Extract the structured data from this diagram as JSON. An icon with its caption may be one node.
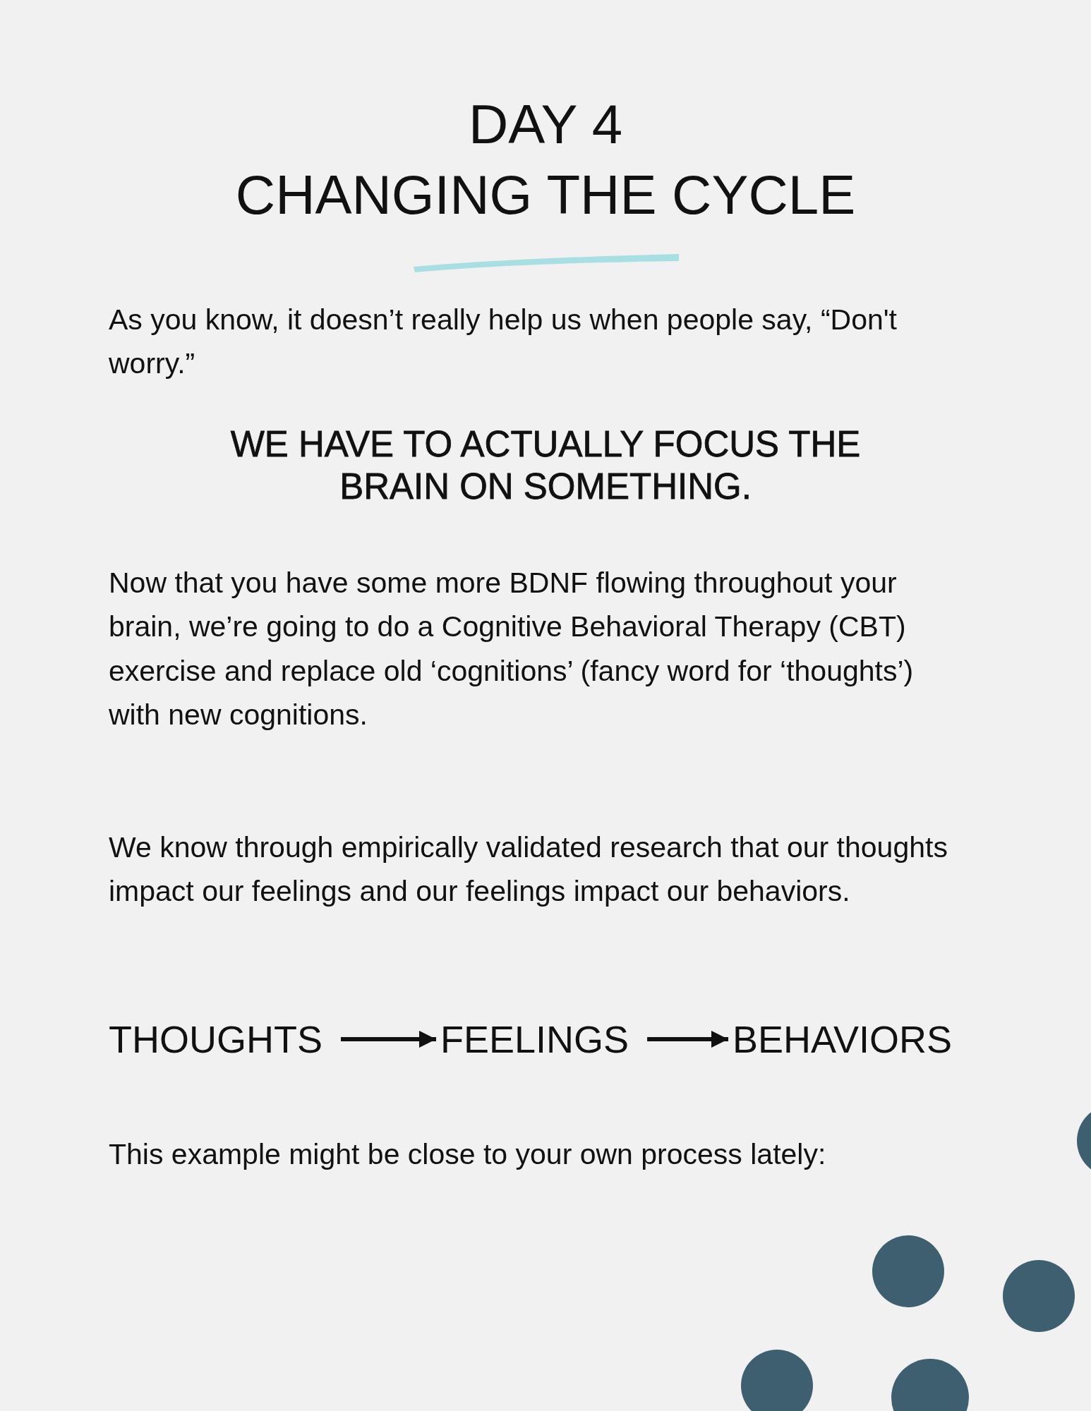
{
  "diagram": {
    "nodes": [
      {
        "text": [
          "THOUGHTS"
        ]
      },
      {
        "text": [
          "FEELINGS"
        ]
      },
      {
        "text": [
          "BEHAVIORS"
        ]
      }
    ],
    "edges": [
      {
        "from": 0,
        "to": 1,
        "arrow": "to"
      },
      {
        "from": 1,
        "to": 2,
        "arrow": "to"
      }
    ],
    "labels": [
      "DAY 4",
      "CHANGING THE CYCLE",
      "As you know, it doesn’t really help us when people say, “Don't worry.”",
      "WE HAVE TO ACTUALLY FOCUS THE BRAIN ON SOMETHING.",
      "Now that you have some more BDNF flowing throughout your brain, we’re going to do a Cognitive Behavioral Therapy (CBT) exercise and replace old ‘cognitions’ (fancy word for ‘thoughts’) with new cognitions.",
      "We know through empirically validated research that our thoughts impact our feelings and our feelings impact our behaviors.",
      "This example might be close to your own process lately:"
    ]
  }
}
